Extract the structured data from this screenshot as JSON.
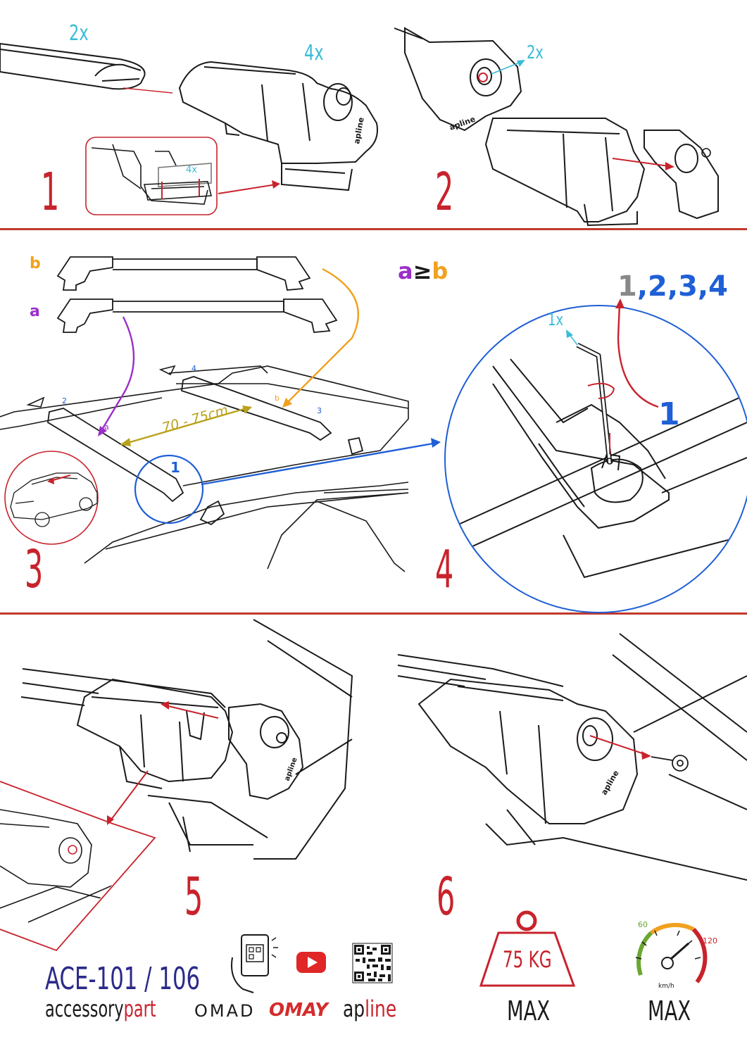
{
  "steps": {
    "s1": {
      "number": "1",
      "qty_bar": "2x",
      "qty_foot": "4x",
      "qty_pad": "4x"
    },
    "s2": {
      "number": "2",
      "qty_lock": "2x"
    },
    "s3": {
      "number": "3",
      "label_b": "b",
      "label_a": "a",
      "rule": "a≥b",
      "rule_a": "a",
      "rule_ge": "≥",
      "rule_b": "b",
      "distance": "70 - 75cm",
      "foot_1": "1",
      "foot_2": "2",
      "foot_3": "3",
      "foot_4": "4",
      "bar_a": "a",
      "bar_b": "b"
    },
    "s4": {
      "number": "4",
      "qty_key": "1x",
      "order": "1,2,3,4",
      "order_1": "1",
      "order_rest": ",2,3,4",
      "callout": "1"
    },
    "s5": {
      "number": "5"
    },
    "s6": {
      "number": "6"
    }
  },
  "footer": {
    "model": "ACE-101 / 106",
    "brand_accessory_a": "accessory",
    "brand_accessory_b": "part",
    "brand_omad": "OMAD",
    "brand_omay": "OMAY",
    "brand_apline_a": "ap",
    "brand_apline_b": "line",
    "weight": "75 KG",
    "weight_max": "MAX",
    "speed_max": "MAX",
    "speed_unit": "km/h",
    "speed_60": "60",
    "speed_120": "120"
  },
  "colors": {
    "red": "#c8232c",
    "cyan": "#38bcd6",
    "purple": "#9b2fc9",
    "orange": "#f0a11e",
    "blue": "#1f5fd6",
    "olive": "#b9a21b",
    "navy": "#2b2a8a"
  },
  "icons": [
    "phone-qr-icon",
    "youtube-icon",
    "qr-code-icon",
    "weight-icon",
    "speedometer-icon",
    "key-icon",
    "lock-icon",
    "car-icon"
  ]
}
